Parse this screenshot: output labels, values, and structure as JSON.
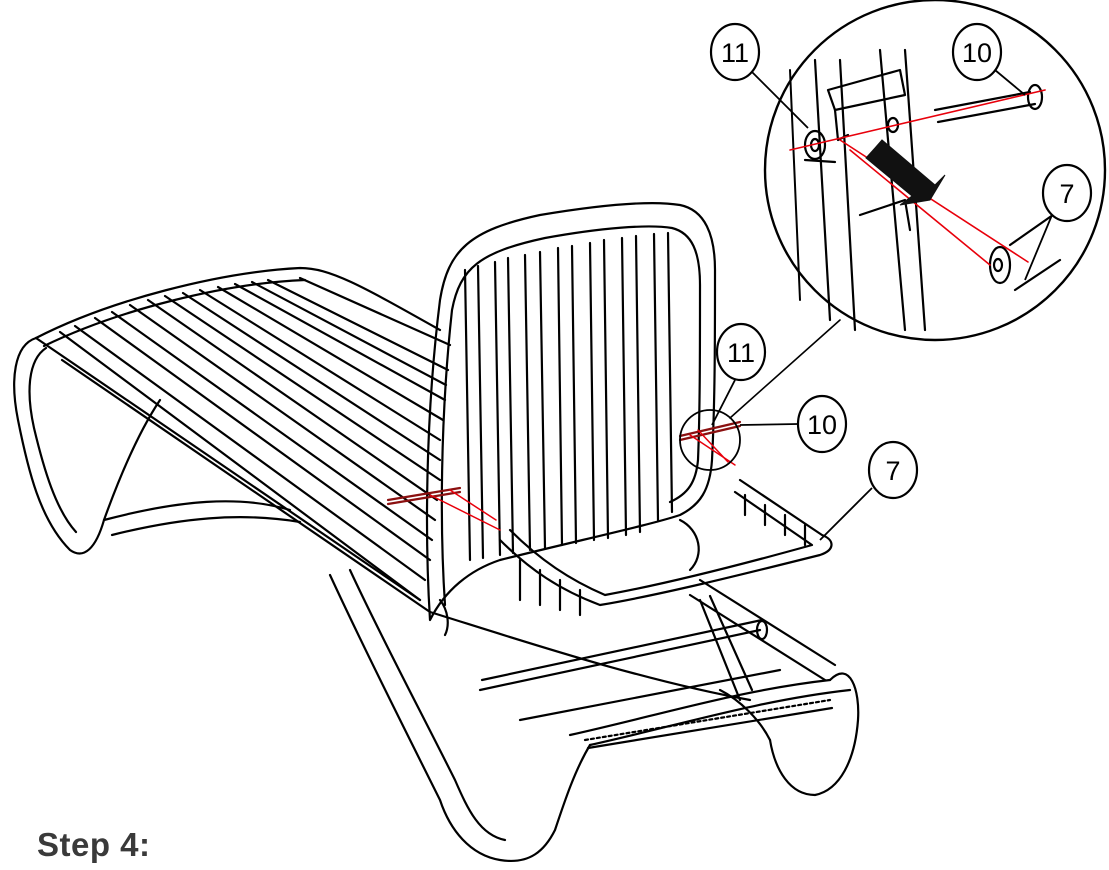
{
  "step_title": "Step 4:",
  "callouts": {
    "detail_part_11": "11",
    "detail_part_10": "10",
    "detail_part_7": "7",
    "main_part_11": "11",
    "main_part_10": "10",
    "main_part_7": "7"
  },
  "colors": {
    "line": "#000000",
    "guide": "#e8000b",
    "arrow": "#111111",
    "title": "#3a3a3a"
  }
}
